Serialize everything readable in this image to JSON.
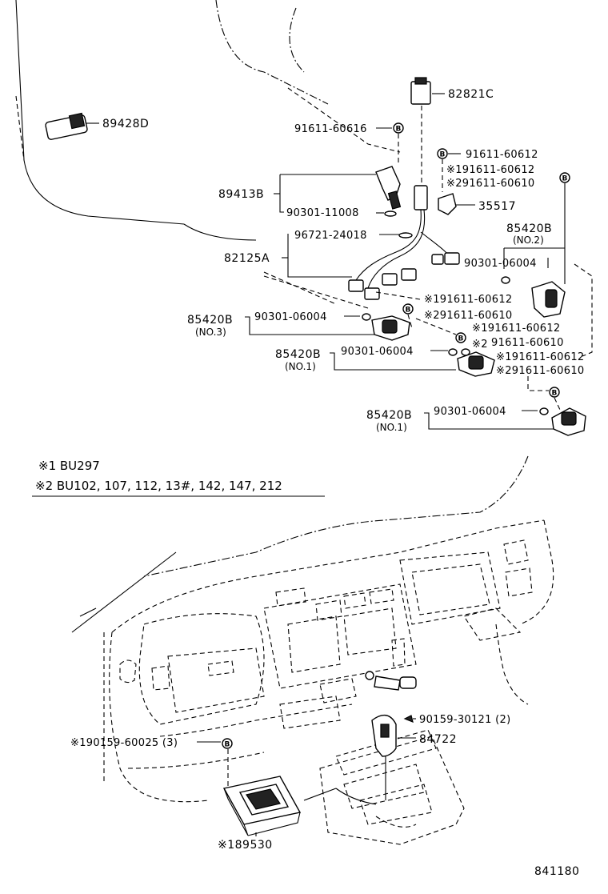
{
  "labels": {
    "p89428D": "89428D",
    "p82821C": "82821C",
    "p91611_60616": "91611-60616",
    "p91611_60612_a": "91611-60612",
    "p191611_60612_a": "※191611-60612",
    "p291611_60610_a": "※291611-60610",
    "p89413B": "89413B",
    "p90301_11008": "90301-11008",
    "p35517": "35517",
    "p85420B_no2": "85420B",
    "no2": "(NO.2)",
    "p96721_24018": "96721-24018",
    "p82125A": "82125A",
    "p90301_06004_a": "90301-06004",
    "p191611_60612_b": "※191611-60612",
    "p291611_60610_b": "※291611-60610",
    "p85420B_no3": "85420B",
    "no3": "(NO.3)",
    "p90301_06004_b": "90301-06004",
    "p191611_60612_c": "※191611-60612",
    "p2_mark": "※2",
    "p91611_60610_c": "91611-60610",
    "p85420B_no1a": "85420B",
    "no1a": "(NO.1)",
    "p90301_06004_c": "90301-06004",
    "p191611_60612_d": "※191611-60612",
    "p291611_60610_d": "※291611-60610",
    "p85420B_no1b": "85420B",
    "no1b": "(NO.1)",
    "p90301_06004_d": "90301-06004",
    "note1": "※1 BU297",
    "note2": "※2 BU102, 107, 112, 13#, 142, 147, 212",
    "p90159_30121": "90159-30121 (2)",
    "p84722": "84722",
    "p190159_60025": "※190159-60025 (3)",
    "p189530": "※189530",
    "figure_no": "841180",
    "bolt_mark": "B"
  }
}
